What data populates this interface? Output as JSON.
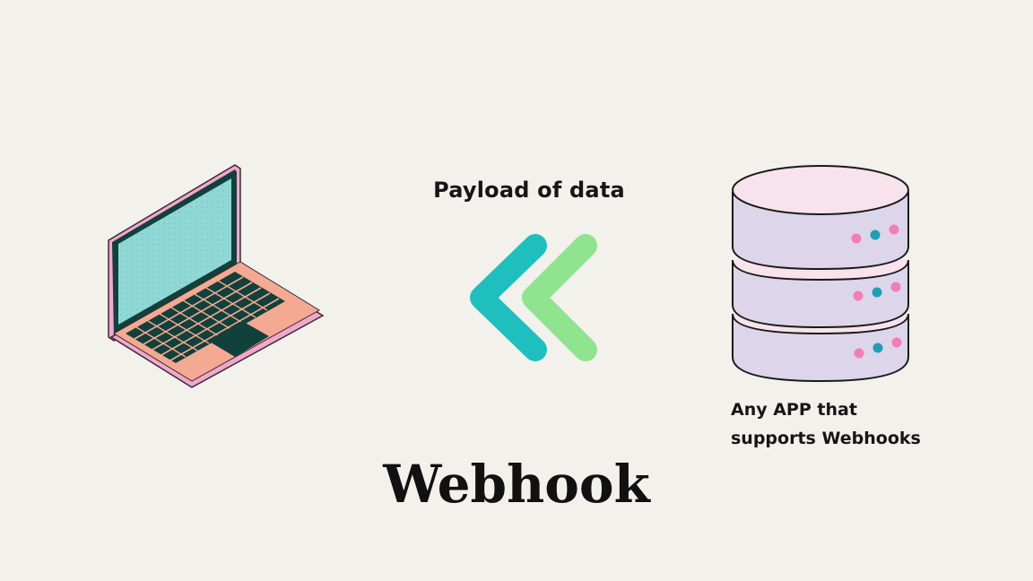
{
  "diagram": {
    "title": "Webhook",
    "payload_label": "Payload of data",
    "app_label": {
      "line1": "Any APP that",
      "line2": "supports Webhooks"
    },
    "icons": {
      "client": "laptop-icon",
      "arrows": "double-chevron-left-icon",
      "server": "database-server-icon"
    },
    "colors": {
      "background": "#f3f1ec",
      "laptop_body": "#f4a992",
      "laptop_screen": "#8fd8d6",
      "laptop_dark": "#12403b",
      "laptop_outline": "#e9a6c9",
      "chevron_teal": "#1fbfbf",
      "chevron_green": "#90e38f",
      "server_body": "#ddd5ea",
      "server_top": "#f8e3ec",
      "server_outline": "#1a1a1a",
      "led_pink": "#f17fb7",
      "led_teal": "#1e9fb3"
    }
  }
}
